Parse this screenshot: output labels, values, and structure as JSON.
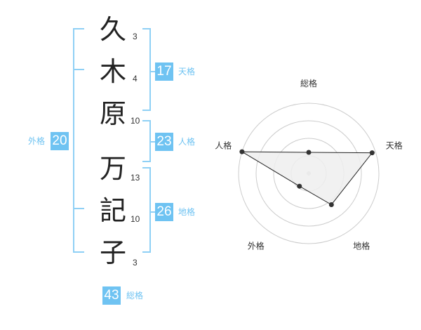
{
  "characters": [
    {
      "char": "久",
      "strokes": "3"
    },
    {
      "char": "木",
      "strokes": "4"
    },
    {
      "char": "原",
      "strokes": "10"
    },
    {
      "char": "万",
      "strokes": "13"
    },
    {
      "char": "記",
      "strokes": "10"
    },
    {
      "char": "子",
      "strokes": "3"
    }
  ],
  "kaku": {
    "tenkaku": {
      "value": "17",
      "label": "天格"
    },
    "jinkaku": {
      "value": "23",
      "label": "人格"
    },
    "chikaku": {
      "value": "26",
      "label": "地格"
    },
    "gaikaku": {
      "value": "20",
      "label": "外格"
    },
    "soukaku": {
      "value": "43",
      "label": "総格"
    }
  },
  "chart_data": {
    "type": "radar",
    "axes": [
      "総格",
      "天格",
      "地格",
      "外格",
      "人格"
    ],
    "values": [
      1.2,
      3.8,
      2.2,
      0.9,
      4.0
    ],
    "rmax": 4,
    "rings": 4,
    "colors": {
      "fill": "#eeeeee",
      "line": "#222222",
      "ring": "#cccccc"
    }
  },
  "colors": {
    "accent": "#6fc3f2",
    "bracket": "#8fd0f5"
  }
}
